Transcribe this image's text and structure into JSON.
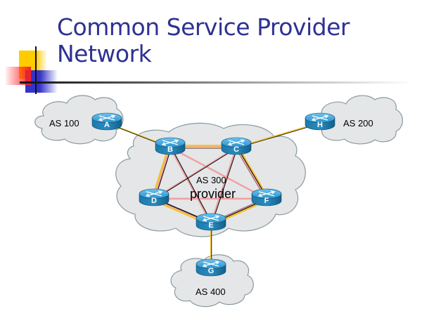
{
  "slide": {
    "title_line1": "Common Service Provider",
    "title_line2": "Network"
  },
  "colors": {
    "title": "#2e3192",
    "cloud_fill": "#e4e6e8",
    "cloud_stroke": "#8a9aa0",
    "router_top": "#3aa0d6",
    "router_side": "#1a6f9e",
    "ebgp_link": "#f2c22a",
    "ibgp_link": "#f0a0a0",
    "physical_link": "#000000"
  },
  "clouds": [
    {
      "id": "as100",
      "label": "AS 100"
    },
    {
      "id": "as200",
      "label": "AS 200"
    },
    {
      "id": "as300",
      "label": "AS 300",
      "sublabel": "provider"
    },
    {
      "id": "as400",
      "label": "AS 400"
    }
  ],
  "routers": [
    {
      "id": "A",
      "label": "A",
      "as": "AS 100"
    },
    {
      "id": "B",
      "label": "B",
      "as": "AS 300"
    },
    {
      "id": "C",
      "label": "C",
      "as": "AS 300"
    },
    {
      "id": "D",
      "label": "D",
      "as": "AS 300"
    },
    {
      "id": "E",
      "label": "E",
      "as": "AS 300"
    },
    {
      "id": "F",
      "label": "F",
      "as": "AS 300"
    },
    {
      "id": "G",
      "label": "G",
      "as": "AS 400"
    },
    {
      "id": "H",
      "label": "H",
      "as": "AS 200"
    }
  ],
  "links": {
    "external": [
      [
        "A",
        "B"
      ],
      [
        "H",
        "C"
      ],
      [
        "E",
        "G"
      ]
    ],
    "ring": [
      [
        "B",
        "C"
      ],
      [
        "C",
        "F"
      ],
      [
        "F",
        "E"
      ],
      [
        "E",
        "D"
      ],
      [
        "D",
        "B"
      ]
    ],
    "ibgp_mesh": [
      [
        "B",
        "C"
      ],
      [
        "B",
        "D"
      ],
      [
        "B",
        "E"
      ],
      [
        "B",
        "F"
      ],
      [
        "C",
        "D"
      ],
      [
        "C",
        "E"
      ],
      [
        "C",
        "F"
      ],
      [
        "D",
        "E"
      ],
      [
        "D",
        "F"
      ],
      [
        "E",
        "F"
      ]
    ],
    "internal_physical": [
      [
        "B",
        "E"
      ],
      [
        "C",
        "D"
      ],
      [
        "C",
        "E"
      ],
      [
        "D",
        "B"
      ],
      [
        "F",
        "C"
      ],
      [
        "E",
        "F"
      ],
      [
        "D",
        "E"
      ]
    ]
  }
}
